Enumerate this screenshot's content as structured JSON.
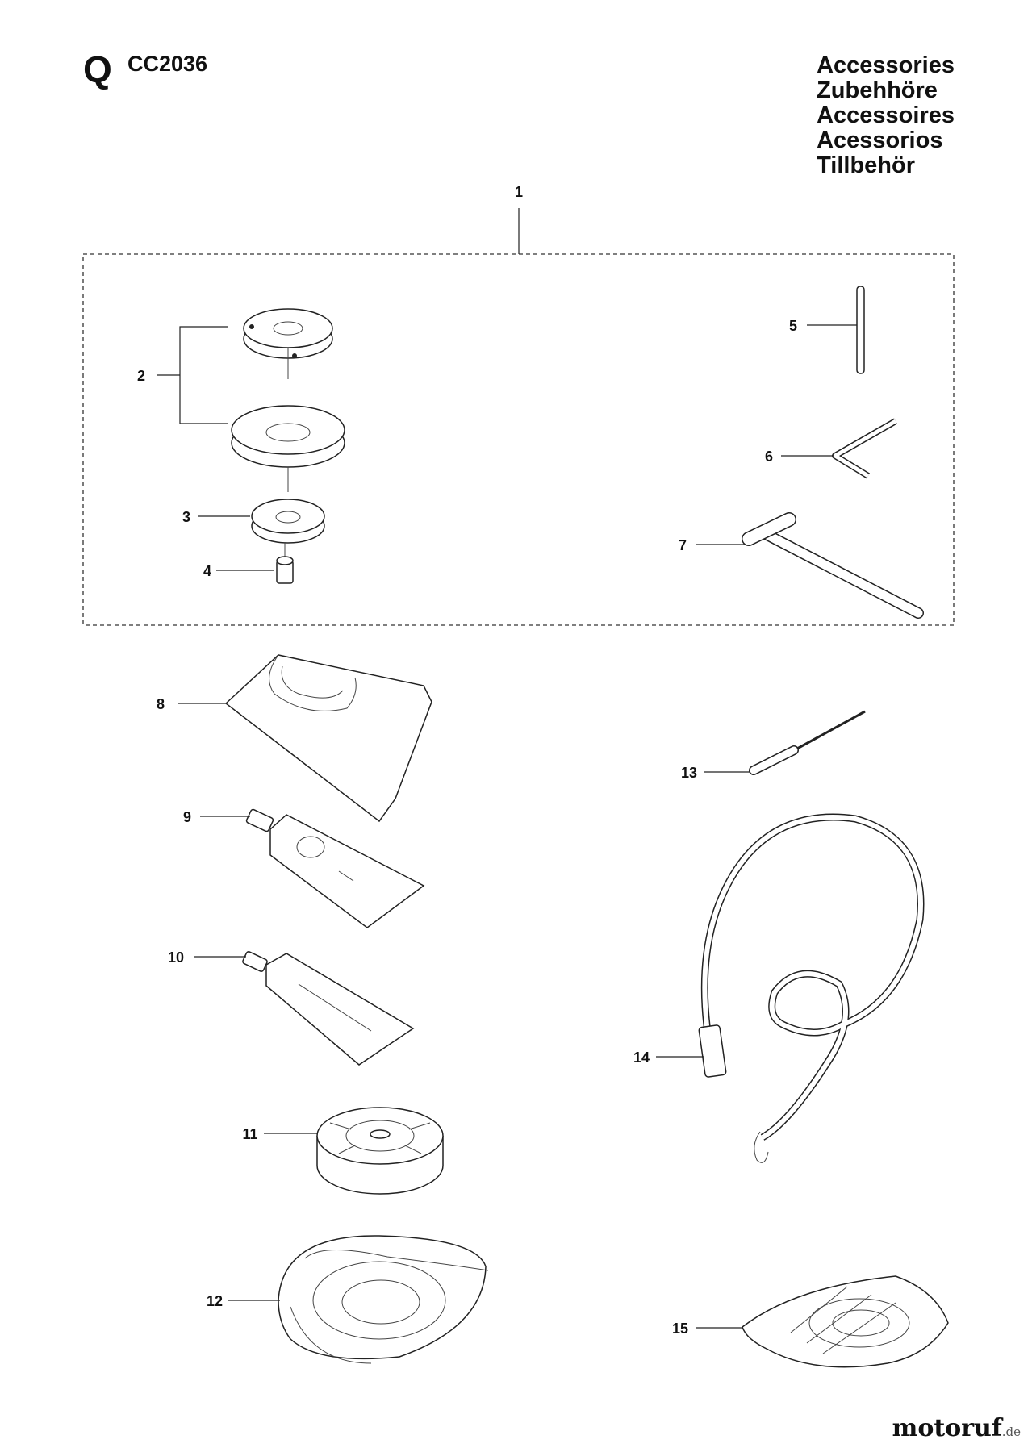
{
  "header": {
    "section_letter": "Q",
    "model": "CC2036",
    "titles": [
      "Accessories",
      "Zubehhöre",
      "Accessoires",
      "Acessorios",
      "Tillbehör"
    ]
  },
  "callouts": [
    "1",
    "2",
    "3",
    "4",
    "5",
    "6",
    "7",
    "8",
    "9",
    "10",
    "11",
    "12",
    "13",
    "14",
    "15"
  ],
  "watermark": {
    "name": "motoruf",
    "tld": ".de"
  }
}
